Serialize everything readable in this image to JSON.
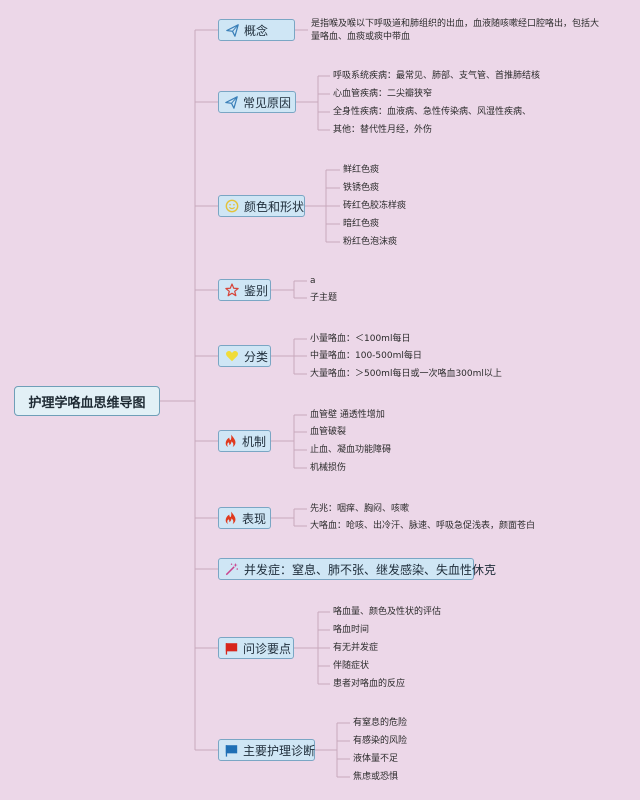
{
  "root": {
    "label": "护理学咯血思维导图"
  },
  "branches": [
    {
      "id": "concept",
      "label": "概念",
      "icon": "paper-plane-icon",
      "leaves": [
        "是指喉及喉以下呼吸道和肺组织的出血，血液随咳嗽经口腔咯出，包括大量咯血、血痰或痰中带血"
      ]
    },
    {
      "id": "causes",
      "label": "常见原因",
      "icon": "paper-plane-icon",
      "leaves": [
        "呼吸系统疾病：最常见、肺部、支气管、首推肺结核",
        "心血管疾病：二尖瓣狭窄",
        "全身性疾病：血液病、急性传染病、风湿性疾病、",
        "其他：替代性月经，外伤"
      ]
    },
    {
      "id": "color",
      "label": "颜色和形状",
      "icon": "smiley-icon",
      "leaves": [
        "鲜红色痰",
        "铁锈色痰",
        "砖红色胶冻样痰",
        "暗红色痰",
        "粉红色泡沫痰"
      ]
    },
    {
      "id": "identify",
      "label": "鉴别",
      "icon": "star-icon",
      "leaves": [
        "a",
        "子主题"
      ]
    },
    {
      "id": "classify",
      "label": "分类",
      "icon": "heart-icon",
      "leaves": [
        "小量咯血：＜100ml每日",
        "中量咯血：100-500ml每日",
        "大量咯血：＞500ml每日或一次咯血300ml以上"
      ]
    },
    {
      "id": "mechanism",
      "label": "机制",
      "icon": "fire-icon",
      "leaves": [
        "血管壁 通透性增加",
        "血管破裂",
        "止血、凝血功能障碍",
        "机械损伤"
      ]
    },
    {
      "id": "manifest",
      "label": "表现",
      "icon": "fire-icon",
      "leaves": [
        "先兆：咽痒、胸闷、咳嗽",
        "大咯血：呛咳、出冷汗、脉速、呼吸急促浅表，颜面苍白"
      ]
    },
    {
      "id": "complication",
      "label": "并发症：窒息、肺不张、继发感染、失血性休克",
      "icon": "magic-wand-icon",
      "leaves": []
    },
    {
      "id": "inquiry",
      "label": "问诊要点",
      "icon": "red-flag-icon",
      "leaves": [
        "咯血量、颜色及性状的评估",
        "咯血时间",
        "有无并发症",
        "伴随症状",
        "患者对咯血的反应"
      ]
    },
    {
      "id": "diagnosis",
      "label": "主要护理诊断",
      "icon": "blue-flag-icon",
      "leaves": [
        "有窒息的危险",
        "有感染的风险",
        "液体量不足",
        "焦虑或恐惧"
      ]
    }
  ],
  "colors": {
    "line": "#c8a9bc",
    "node_bg": "#cfe6f5",
    "node_border": "#7aa6c4",
    "fire": "#e03a1e",
    "star": "#d6453a",
    "smiley": "#e3c23a",
    "heart": "#f0dc3a",
    "flag_red": "#d7261c",
    "flag_blue": "#1f6fb5",
    "plane": "#3a7fb8",
    "wand": "#c9458f"
  }
}
